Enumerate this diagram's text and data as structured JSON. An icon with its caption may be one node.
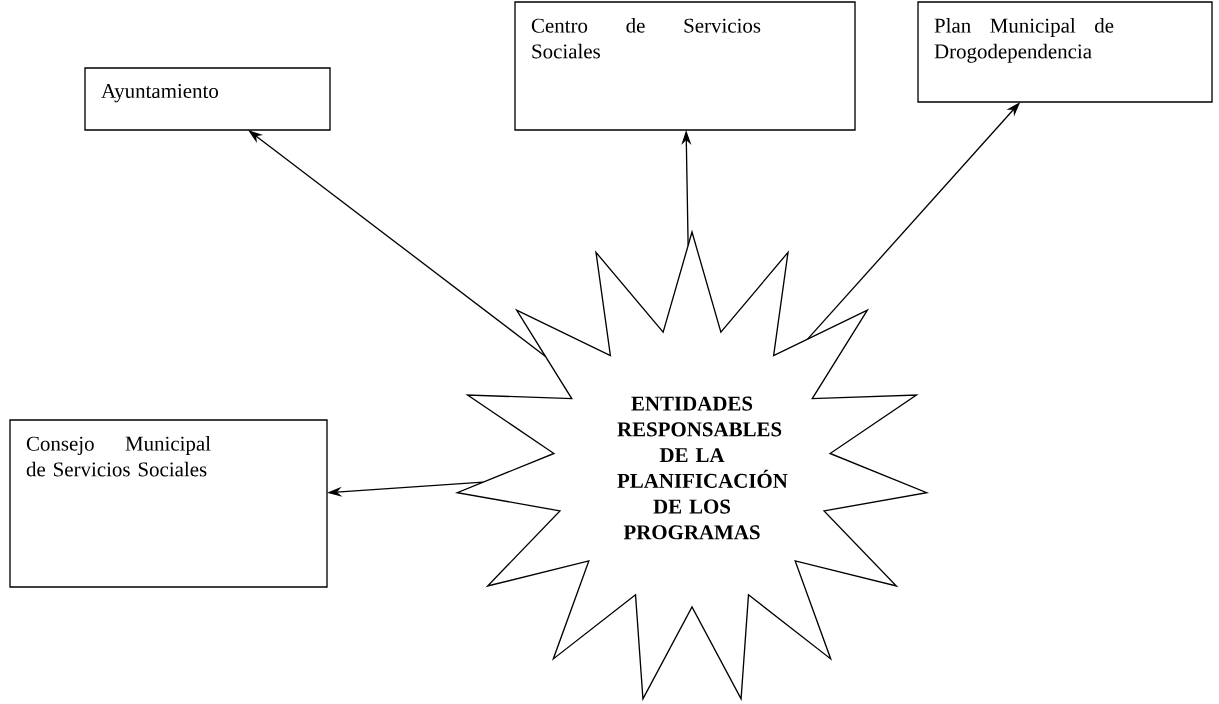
{
  "diagram": {
    "nodes": [
      {
        "text": [
          "Ayuntamiento"
        ]
      },
      {
        "text": [
          "Centro de Servicios Sociales"
        ]
      },
      {
        "text": [
          "Plan Municipal de Drogodependencia"
        ]
      },
      {
        "text": [
          "Consejo Municipal de Servicios Sociales"
        ]
      },
      {
        "text": [
          "ENTIDADES RESPONSABLES DE LA PLANIFICACIÓN DE LOS PROGRAMAS"
        ]
      }
    ],
    "edges": [
      {
        "from": 4,
        "to": 0,
        "arrow": "to"
      },
      {
        "from": 4,
        "to": 1,
        "arrow": "to"
      },
      {
        "from": 4,
        "to": 2,
        "arrow": "to"
      },
      {
        "from": 4,
        "to": 3,
        "arrow": "to"
      }
    ]
  }
}
